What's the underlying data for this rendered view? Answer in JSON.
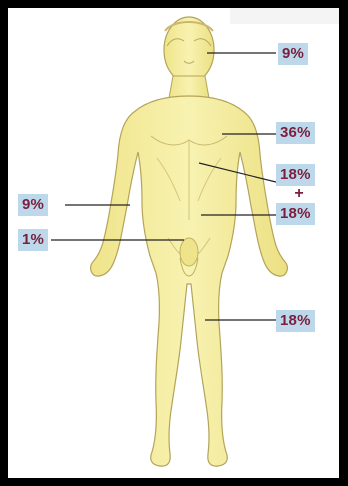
{
  "labels": {
    "head": "9%",
    "chest": "36%",
    "front_trunk": "18%",
    "plus": "+",
    "back_trunk": "18%",
    "arm": "9%",
    "groin": "1%",
    "leg": "18%"
  },
  "colors": {
    "skin": "#f3eb9c",
    "outline": "#b3a45a",
    "label_background": "#bcd8ea",
    "label_text": "#7a1f3d"
  }
}
